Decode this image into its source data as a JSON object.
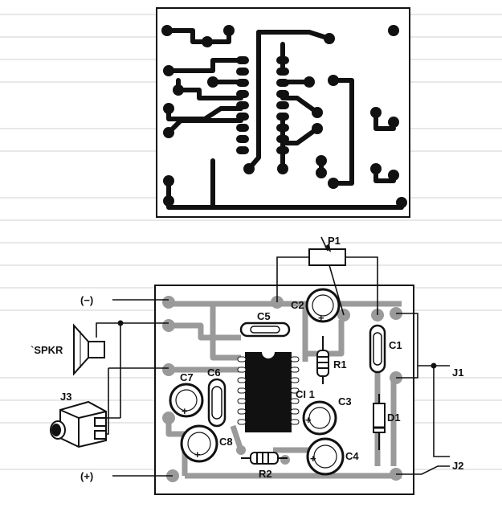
{
  "labels": {
    "p1": "P1",
    "minus": "(−)",
    "plus": "(+)",
    "spkr": "`SPKR",
    "j3": "J3",
    "c5": "C5",
    "c2": "C2",
    "c1": "C1",
    "j1": "J1",
    "r1": "R1",
    "c7": "C7",
    "c6": "C6",
    "ci1": "CI 1",
    "c3": "C3",
    "d1": "D1",
    "c8": "C8",
    "c4": "C4",
    "r2": "R2",
    "j2": "J2"
  },
  "colors": {
    "ink": "#111111",
    "trace": "#1a1a1a",
    "shadow_trace": "#9a9a9a",
    "bleed_text": "#c9c9c9"
  }
}
